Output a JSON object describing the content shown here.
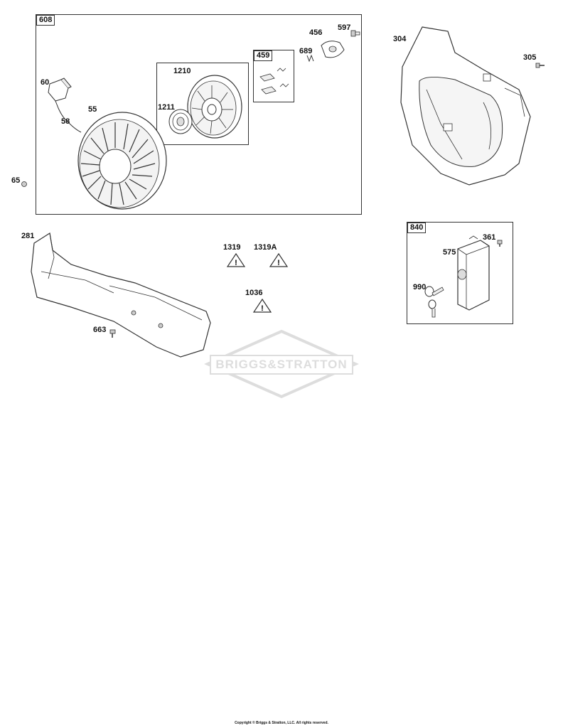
{
  "callouts": {
    "p608": "608",
    "p60": "60",
    "p55": "55",
    "p58": "58",
    "p65": "65",
    "p1210": "1210",
    "p1211": "1211",
    "p459": "459",
    "p456": "456",
    "p597": "597",
    "p689": "689",
    "p304": "304",
    "p305": "305",
    "p281": "281",
    "p663": "663",
    "p1319": "1319",
    "p1319a": "1319A",
    "p1036": "1036",
    "p840": "840",
    "p361": "361",
    "p575": "575",
    "p990": "990"
  },
  "watermark": "BRIGGS&STRATTON",
  "footer": "Copyright © Briggs & Stratton, LLC. All rights reserved.",
  "colors": {
    "line": "#333333",
    "watermark": "#dddddd"
  }
}
